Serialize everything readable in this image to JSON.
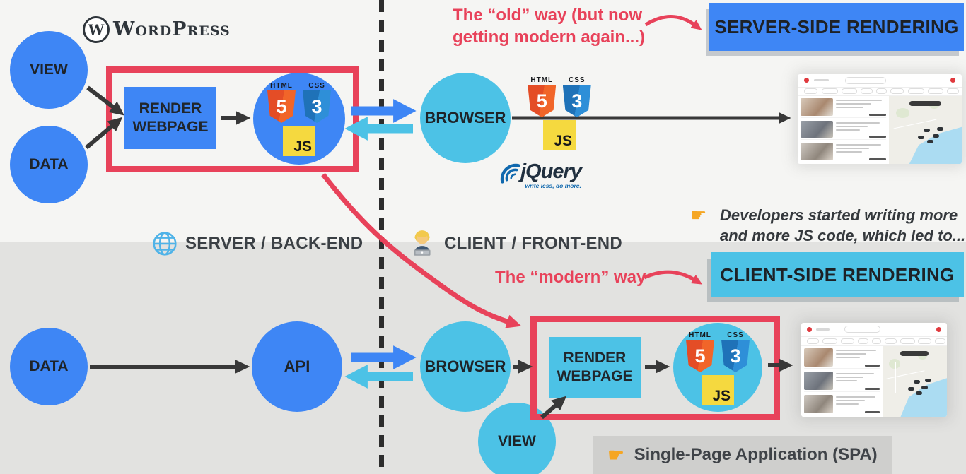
{
  "colors": {
    "blue": "#3e86f5",
    "cyan": "#4cc2e6",
    "red": "#e8425a",
    "js_yellow": "#f5d93f",
    "html_orange": "#e44d26",
    "css_blue": "#1f72b8",
    "bg_top": "#f5f5f3",
    "bg_bottom": "#e2e2e0",
    "spa_bg": "#cfcfcd"
  },
  "top": {
    "wordpress": "WordPress",
    "view": "VIEW",
    "data": "DATA",
    "browser": "BROWSER",
    "old_way_line1": "The “old” way (but now",
    "old_way_line2": "getting modern again...)",
    "ssr": "SERVER-SIDE RENDERING"
  },
  "render_box": {
    "line1": "RENDER",
    "line2": "WEBPAGE"
  },
  "badges": {
    "html_label": "HTML",
    "html_digit": "5",
    "css_label": "CSS",
    "css_digit": "3",
    "js": "JS"
  },
  "jquery": {
    "name": "jQuery",
    "tagline": "write less, do more."
  },
  "divider": {
    "server": "SERVER / BACK-END",
    "client": "CLIENT / FRONT-END"
  },
  "notes": {
    "devs_line1": "Developers started writing more",
    "devs_line2": "and more JS code, which led to...",
    "finger": "☛",
    "spa": "Single-Page Application (SPA)"
  },
  "bottom": {
    "data": "DATA",
    "api": "API",
    "browser": "BROWSER",
    "view": "VIEW",
    "modern_way": "The “modern” way",
    "csr": "CLIENT-SIDE RENDERING"
  }
}
